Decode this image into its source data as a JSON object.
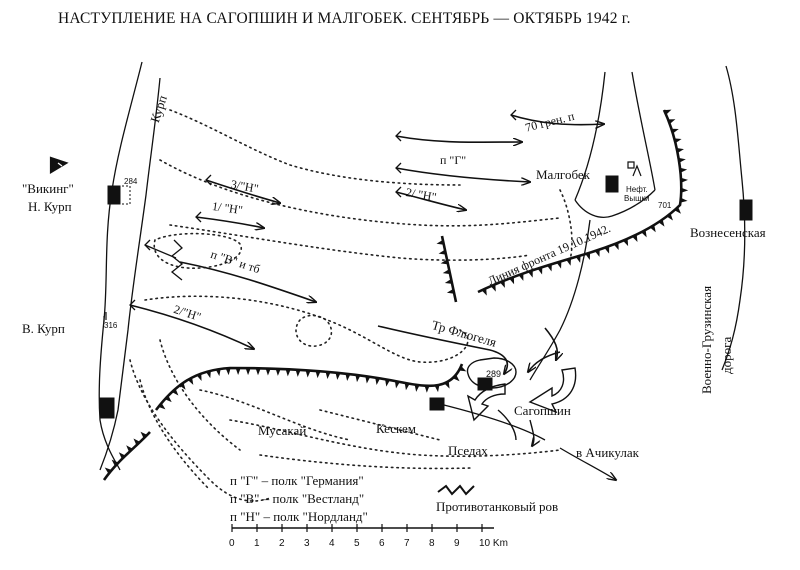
{
  "title": "НАСТУПЛЕНИЕ НА САГОПШИН И МАЛГОБЕК. СЕНТЯБРЬ — ОКТЯБРЬ 1942 г.",
  "places": {
    "viking": "\"Викинг\"",
    "n_kurp": "Н. Курп",
    "v_kurp": "В. Курп",
    "kurp_river": "Курп",
    "malgobek": "Малгобек",
    "voznesenskaya": "Вознесенская",
    "voenno_gruz_1": "Военно-Грузинская",
    "voenno_gruz_2": "дорога",
    "musakai": "Мусакай",
    "keskem": "Кескем",
    "psedakh": "Пседах",
    "sagopshin": "Сагопшин",
    "achikulak": "в Ачикулак",
    "oil_1": "Нефт.",
    "oil_2": "Вышки"
  },
  "units": {
    "gren70": "70 грен. п",
    "pG": "п \"Г\"",
    "n3": "3/\"Н\"",
    "n1": "1/ \"Н\"",
    "n2_north": "2/ \"Н\"",
    "pV": "п \"В\" и тб",
    "n2_south": "2/\"Н\"",
    "tr_flugel": "Тр Флюгеля"
  },
  "front_line_label": "Линия фронта 19.10.1942.",
  "heights": {
    "h284": "284",
    "h701": "701",
    "h316": "316",
    "h289": "289"
  },
  "legend": {
    "items": [
      "п \"Г\" – полк \"Германия\"",
      "п \"В\" – полк \"Вестланд\"",
      "п \"Н\" – полк \"Нордланд\""
    ],
    "antitank": "Противотанковый ров"
  },
  "scale": {
    "ticks": [
      "0",
      "1",
      "2",
      "3",
      "4",
      "5",
      "6",
      "7",
      "8",
      "9",
      "10 Km"
    ]
  },
  "style": {
    "ink": "#111111",
    "paper": "#ffffff"
  }
}
